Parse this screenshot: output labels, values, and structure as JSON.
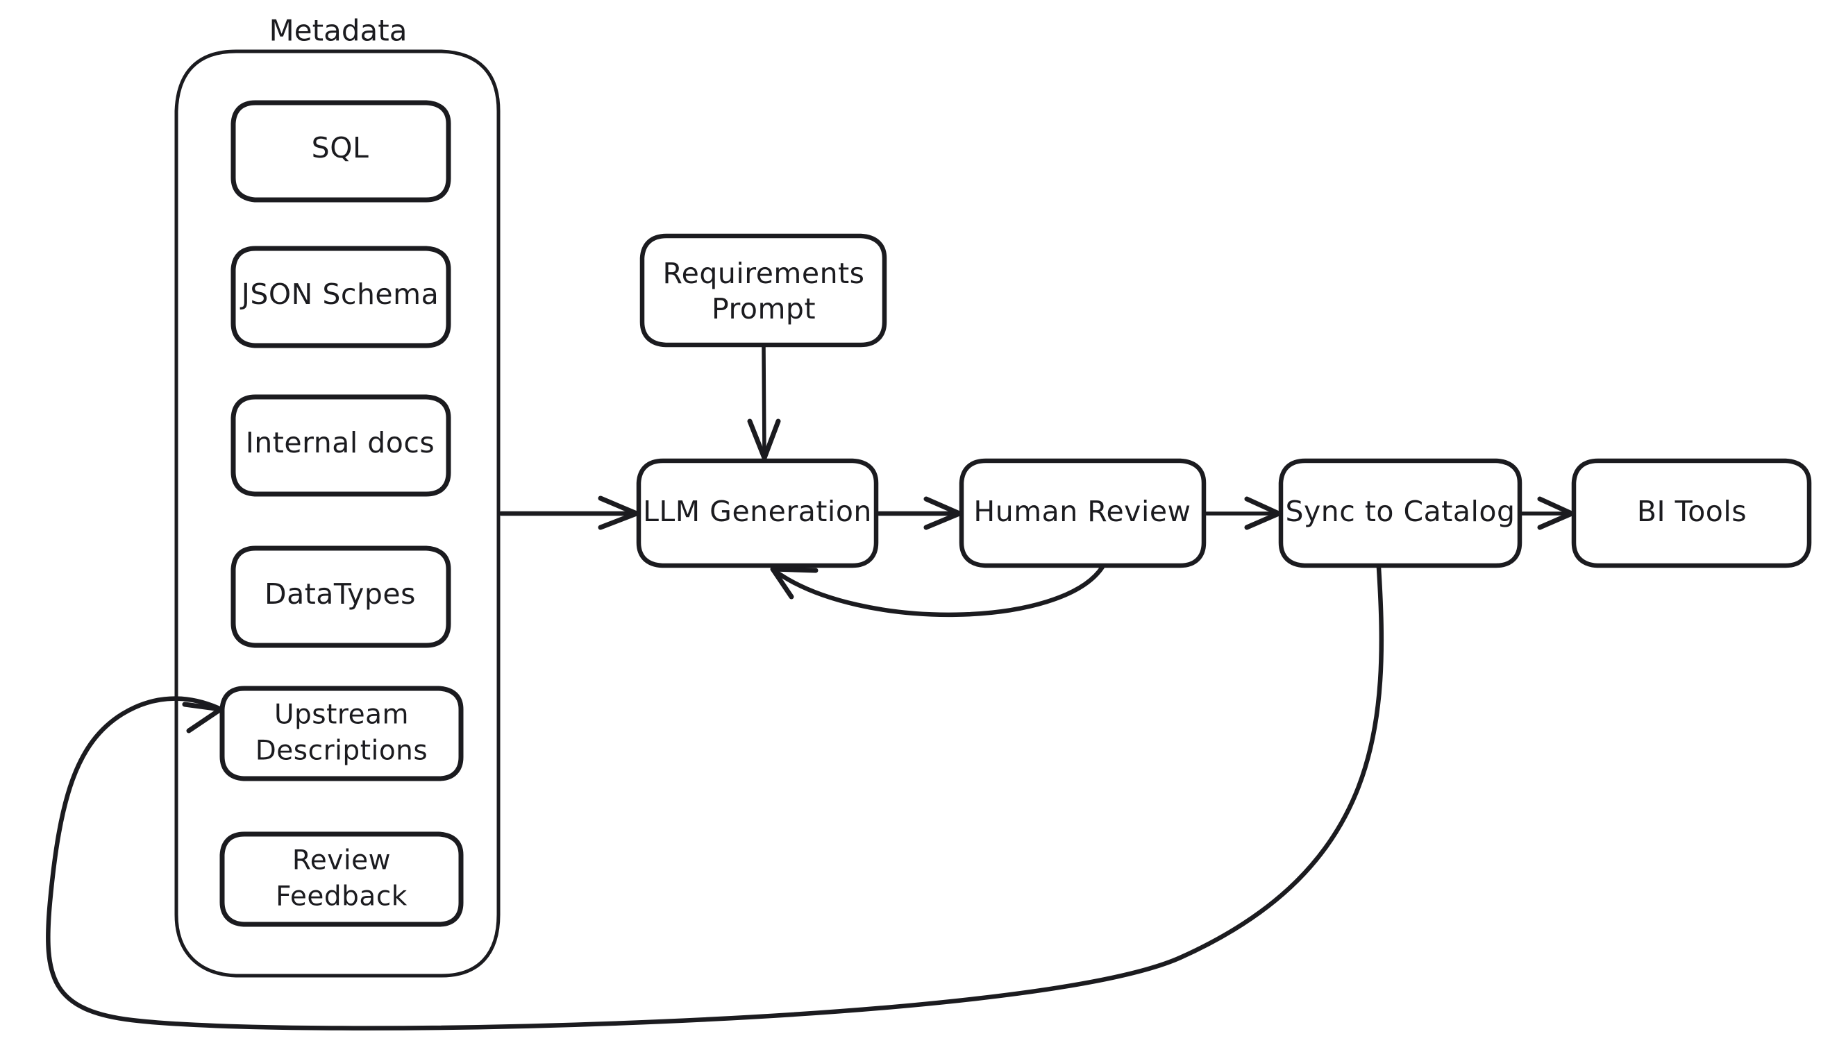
{
  "diagram": {
    "type": "flowchart",
    "title": "",
    "style": "hand-drawn",
    "colors": {
      "stroke": "#1b1b1f",
      "fill": "#ffffff",
      "background": "#ffffff"
    },
    "groups": [
      {
        "id": "metadata-group",
        "label": "Metadata",
        "members": [
          "sql",
          "json-schema",
          "internal-docs",
          "datatypes",
          "upstream-descriptions",
          "review-feedback"
        ]
      }
    ],
    "nodes": [
      {
        "id": "sql",
        "label": "SQL",
        "line1": "SQL",
        "line2": ""
      },
      {
        "id": "json-schema",
        "label": "JSON Schema",
        "line1": "JSON Schema",
        "line2": ""
      },
      {
        "id": "internal-docs",
        "label": "Internal docs",
        "line1": "Internal docs",
        "line2": ""
      },
      {
        "id": "datatypes",
        "label": "DataTypes",
        "line1": "DataTypes",
        "line2": ""
      },
      {
        "id": "upstream-descriptions",
        "label": "Upstream Descriptions",
        "line1": "Upstream",
        "line2": "Descriptions"
      },
      {
        "id": "review-feedback",
        "label": "Review Feedback",
        "line1": "Review",
        "line2": "Feedback"
      },
      {
        "id": "requirements-prompt",
        "label": "Requirements Prompt",
        "line1": "Requirements",
        "line2": "Prompt"
      },
      {
        "id": "llm-generation",
        "label": "LLM Generation",
        "line1": "LLM Generation",
        "line2": ""
      },
      {
        "id": "human-review",
        "label": "Human Review",
        "line1": "Human Review",
        "line2": ""
      },
      {
        "id": "sync-to-catalog",
        "label": "Sync to Catalog",
        "line1": "Sync to Catalog",
        "line2": ""
      },
      {
        "id": "bi-tools",
        "label": "BI Tools",
        "line1": "BI Tools",
        "line2": ""
      }
    ],
    "edges": [
      {
        "id": "edge-metadata-to-llm",
        "from": "metadata-group",
        "to": "llm-generation",
        "label": "",
        "arrow": true,
        "shape": "straight"
      },
      {
        "id": "edge-prompt-to-llm",
        "from": "requirements-prompt",
        "to": "llm-generation",
        "label": "",
        "arrow": true,
        "shape": "straight"
      },
      {
        "id": "edge-llm-to-review",
        "from": "llm-generation",
        "to": "human-review",
        "label": "",
        "arrow": true,
        "shape": "straight"
      },
      {
        "id": "edge-review-to-sync",
        "from": "human-review",
        "to": "sync-to-catalog",
        "label": "",
        "arrow": true,
        "shape": "straight"
      },
      {
        "id": "edge-sync-to-bi",
        "from": "sync-to-catalog",
        "to": "bi-tools",
        "label": "",
        "arrow": true,
        "shape": "straight"
      },
      {
        "id": "edge-review-back-to-llm",
        "from": "human-review",
        "to": "llm-generation",
        "label": "",
        "arrow": true,
        "shape": "curved-loop"
      },
      {
        "id": "edge-sync-to-upstream",
        "from": "sync-to-catalog",
        "to": "upstream-descriptions",
        "label": "",
        "arrow": true,
        "shape": "long-curved-loop"
      }
    ]
  }
}
